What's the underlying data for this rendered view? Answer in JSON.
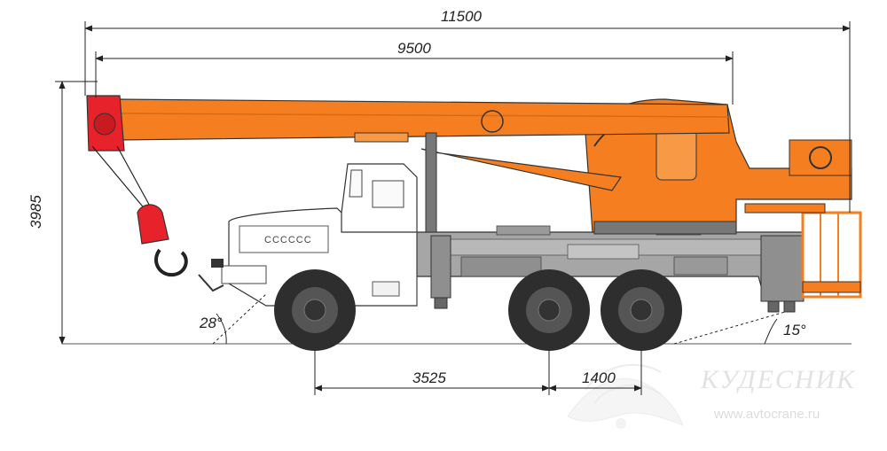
{
  "dimensions": {
    "overall_length": "11500",
    "boom_length": "9500",
    "height": "3985",
    "wheelbase_front": "3525",
    "wheelbase_rear": "1400",
    "approach_angle": "28°",
    "departure_angle": "15°"
  },
  "watermark": {
    "brand": "КУДЕСНИК",
    "site": "www.avtocrane.ru"
  },
  "cab_grille_text": "СССССС",
  "colors": {
    "boom": "#f57f20",
    "hook": "#e8222a",
    "chassis": "#a4a4a4",
    "cab": "#ffffff",
    "tire": "#2e2e2e"
  }
}
